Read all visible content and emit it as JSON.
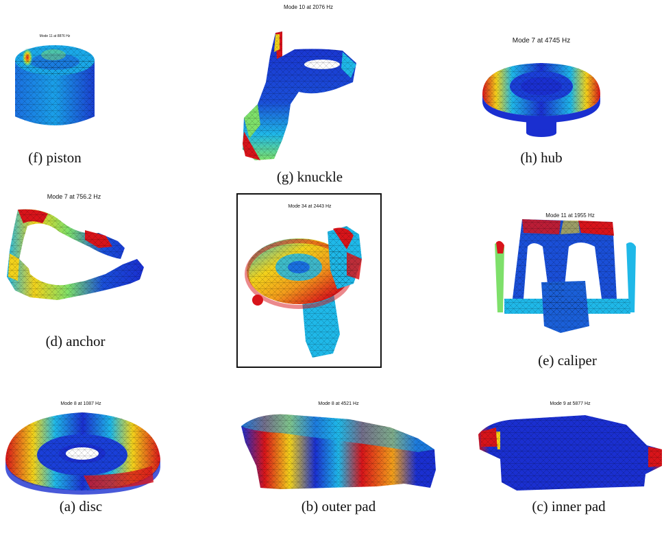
{
  "panels": {
    "f": {
      "title": "Mode 11 at 8876 Hz",
      "caption": "(f) piston"
    },
    "g": {
      "title": "Mode 10 at 2076 Hz",
      "caption": "(g) knuckle"
    },
    "h": {
      "title": "Mode 7 at 4745 Hz",
      "caption": "(h) hub"
    },
    "d": {
      "title": "Mode 7 at 756.2 Hz",
      "caption": "(d) anchor"
    },
    "center": {
      "title": "Mode 34 at 2443 Hz"
    },
    "e": {
      "title": "Mode 11 at 1955 Hz",
      "caption": "(e) caliper"
    },
    "a": {
      "title": "Mode 8 at 1087 Hz",
      "caption": "(a) disc"
    },
    "b": {
      "title": "Mode 8 at 4521 Hz",
      "caption": "(b) outer pad"
    },
    "c": {
      "title": "Mode 9 at 5877 Hz",
      "caption": "(c) inner pad"
    }
  },
  "colors": {
    "low": "#1a2fd0",
    "mid_low": "#1fb8e8",
    "mid": "#7ee06a",
    "mid_high": "#f2d21b",
    "high": "#d8141a",
    "frame": "#111111"
  }
}
